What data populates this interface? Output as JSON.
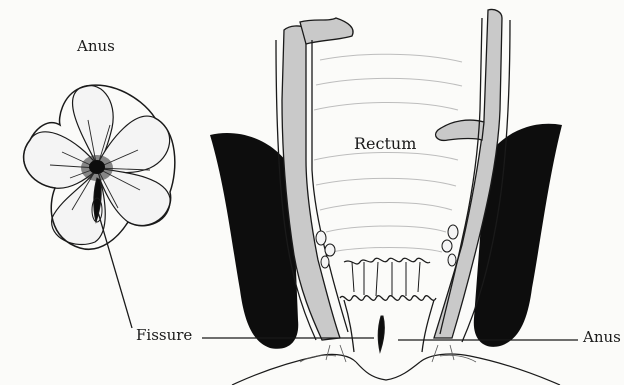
{
  "labels": {
    "anus_external_view": "Anus",
    "rectum": "Rectum",
    "fissure": "Fissure",
    "anus_section": "Anus"
  },
  "colors": {
    "ink": "#1a1a1a",
    "muscle_fill": "#0d0d0d",
    "wall_fill": "#c9c9c9",
    "petal_fill": "#f4f4f4",
    "lumen_fill": "#fbfbf9"
  }
}
